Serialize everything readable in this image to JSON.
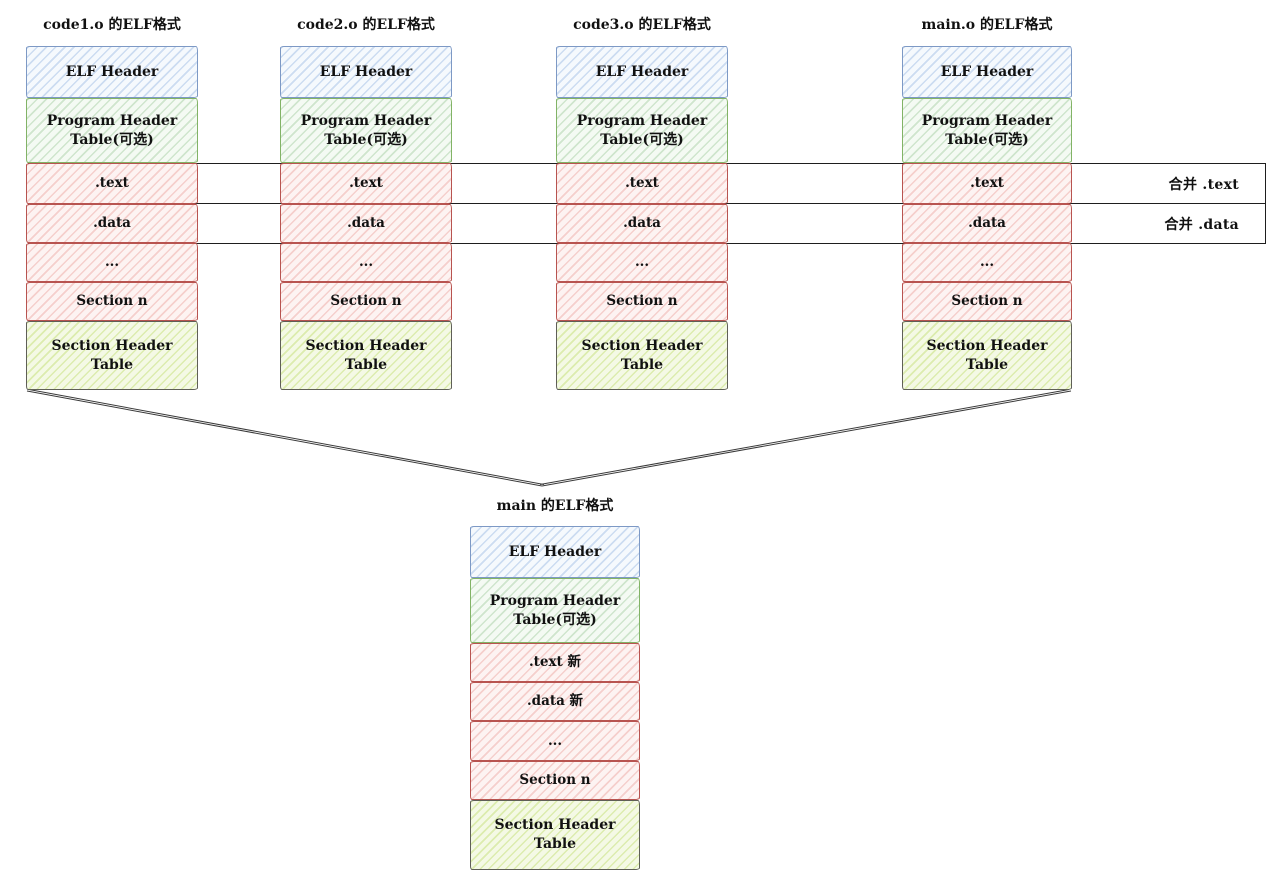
{
  "diagram": {
    "object_files": [
      {
        "title": "code1.o 的ELF格式",
        "rows": [
          {
            "label": "ELF Header",
            "type": "elf"
          },
          {
            "label": "Program Header Table(可选)",
            "type": "pht"
          },
          {
            "label": ".text",
            "type": "section"
          },
          {
            "label": ".data",
            "type": "section"
          },
          {
            "label": "...",
            "type": "section"
          },
          {
            "label": "Section n",
            "type": "section"
          },
          {
            "label": "Section Header Table",
            "type": "sht"
          }
        ]
      },
      {
        "title": "code2.o 的ELF格式",
        "rows": [
          {
            "label": "ELF Header",
            "type": "elf"
          },
          {
            "label": "Program Header Table(可选)",
            "type": "pht"
          },
          {
            "label": ".text",
            "type": "section"
          },
          {
            "label": ".data",
            "type": "section"
          },
          {
            "label": "...",
            "type": "section"
          },
          {
            "label": "Section n",
            "type": "section"
          },
          {
            "label": "Section Header Table",
            "type": "sht"
          }
        ]
      },
      {
        "title": "code3.o 的ELF格式",
        "rows": [
          {
            "label": "ELF Header",
            "type": "elf"
          },
          {
            "label": "Program Header Table(可选)",
            "type": "pht"
          },
          {
            "label": ".text",
            "type": "section"
          },
          {
            "label": ".data",
            "type": "section"
          },
          {
            "label": "...",
            "type": "section"
          },
          {
            "label": "Section n",
            "type": "section"
          },
          {
            "label": "Section Header Table",
            "type": "sht"
          }
        ]
      },
      {
        "title": "main.o 的ELF格式",
        "rows": [
          {
            "label": "ELF Header",
            "type": "elf"
          },
          {
            "label": "Program Header Table(可选)",
            "type": "pht"
          },
          {
            "label": ".text",
            "type": "section"
          },
          {
            "label": ".data",
            "type": "section"
          },
          {
            "label": "...",
            "type": "section"
          },
          {
            "label": "Section n",
            "type": "section"
          },
          {
            "label": "Section Header Table",
            "type": "sht"
          }
        ]
      }
    ],
    "merge_bands": [
      {
        "label": "合并 .text"
      },
      {
        "label": "合并 .data"
      }
    ],
    "linked_file": {
      "title": "main 的ELF格式",
      "rows": [
        {
          "label": "ELF Header",
          "type": "elf"
        },
        {
          "label": "Program Header Table(可选)",
          "type": "pht"
        },
        {
          "label": ".text 新",
          "type": "section"
        },
        {
          "label": ".data 新",
          "type": "section"
        },
        {
          "label": "...",
          "type": "section"
        },
        {
          "label": "Section n",
          "type": "section"
        },
        {
          "label": "Section Header Table",
          "type": "sht"
        }
      ]
    },
    "colors": {
      "elf_header_fill": "#f5f9fd",
      "elf_header_border": "#6c8ebf",
      "program_header_fill": "#f4faf3",
      "program_header_border": "#82b366",
      "section_fill": "#fdf3f2",
      "section_border": "#b85450",
      "section_header_table_fill": "#f4f9e5",
      "section_header_table_border": "#5f5f57",
      "merge_band_border": "#1e1e1e",
      "converge_line": "#3a3a3a"
    }
  }
}
